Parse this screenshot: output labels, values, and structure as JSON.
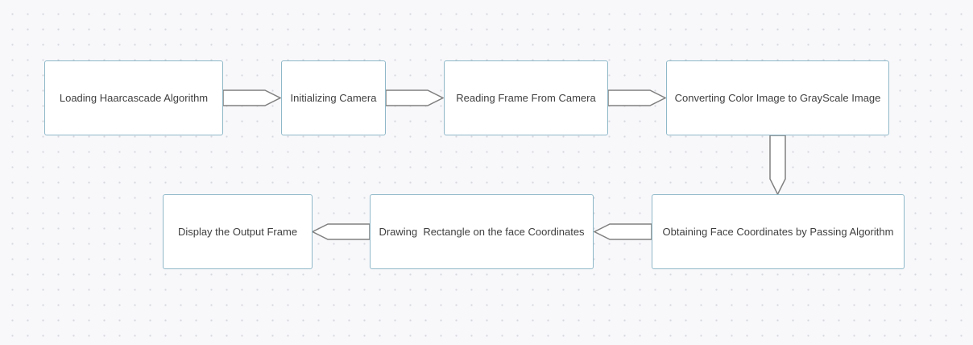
{
  "diagram": {
    "nodes": [
      {
        "id": "loading-haarcascade",
        "label": "Loading Haarcascade Algorithm"
      },
      {
        "id": "initializing-camera",
        "label": "Initializing Camera"
      },
      {
        "id": "reading-frame",
        "label": "Reading Frame From Camera"
      },
      {
        "id": "converting-image",
        "label": "Converting Color Image to GrayScale Image"
      },
      {
        "id": "obtaining-coordinates",
        "label": "Obtaining Face Coordinates by Passing Algorithm"
      },
      {
        "id": "drawing-rectangle",
        "label": "Drawing  Rectangle on the face Coordinates"
      },
      {
        "id": "display-output",
        "label": "Display the Output Frame"
      }
    ],
    "edges": [
      {
        "from": "loading-haarcascade",
        "to": "initializing-camera"
      },
      {
        "from": "initializing-camera",
        "to": "reading-frame"
      },
      {
        "from": "reading-frame",
        "to": "converting-image"
      },
      {
        "from": "converting-image",
        "to": "obtaining-coordinates"
      },
      {
        "from": "obtaining-coordinates",
        "to": "drawing-rectangle"
      },
      {
        "from": "drawing-rectangle",
        "to": "display-output"
      }
    ]
  },
  "colors": {
    "node_border": "#8fb8c8",
    "node_fill": "#ffffff",
    "arrow_stroke": "#808080",
    "text": "#3f3f3f",
    "background": "#f8f8fb"
  }
}
